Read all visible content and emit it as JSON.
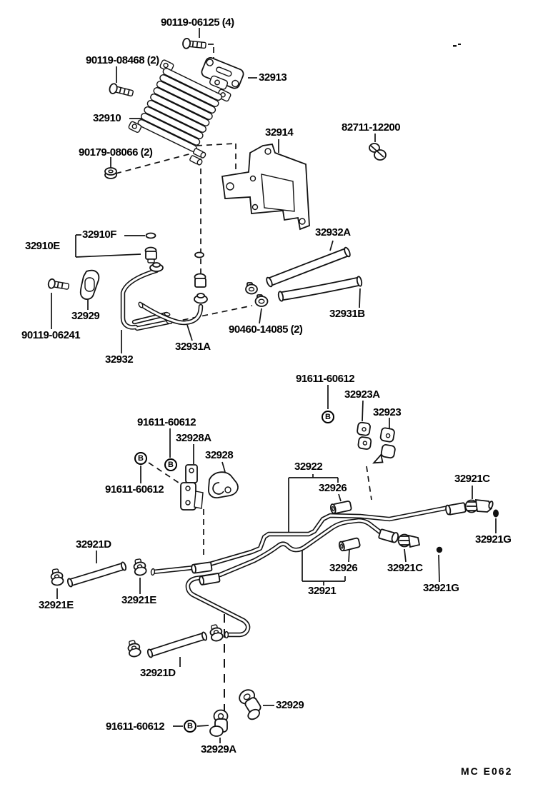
{
  "page": {
    "background": "#ffffff",
    "ink": "#111111"
  },
  "callout_letter": "B",
  "footer": {
    "code": "MC  E062"
  },
  "labels": [
    {
      "text": "90119-06125 (4)"
    },
    {
      "text": "90119-08468 (2)"
    },
    {
      "text": "32913"
    },
    {
      "text": "32910"
    },
    {
      "text": "32914"
    },
    {
      "text": "82711-12200"
    },
    {
      "text": "90179-08066 (2)"
    },
    {
      "text": "32910F"
    },
    {
      "text": "32910E"
    },
    {
      "text": "32932A"
    },
    {
      "text": "32929"
    },
    {
      "text": "90119-06241"
    },
    {
      "text": "32931B"
    },
    {
      "text": "90460-14085 (2)"
    },
    {
      "text": "32931A"
    },
    {
      "text": "32932"
    },
    {
      "text": "91611-60612"
    },
    {
      "text": "32923A"
    },
    {
      "text": "32923"
    },
    {
      "text": "91611-60612"
    },
    {
      "text": "32928A"
    },
    {
      "text": "32928"
    },
    {
      "text": "32922"
    },
    {
      "text": "91611-60612"
    },
    {
      "text": "32921C"
    },
    {
      "text": "32926"
    },
    {
      "text": "32921G"
    },
    {
      "text": "32921D"
    },
    {
      "text": "32926"
    },
    {
      "text": "32921C"
    },
    {
      "text": "32921G"
    },
    {
      "text": "32921"
    },
    {
      "text": "32921E"
    },
    {
      "text": "32921E"
    },
    {
      "text": "32921D"
    },
    {
      "text": "32929"
    },
    {
      "text": "91611-60612"
    },
    {
      "text": "32929A"
    }
  ]
}
